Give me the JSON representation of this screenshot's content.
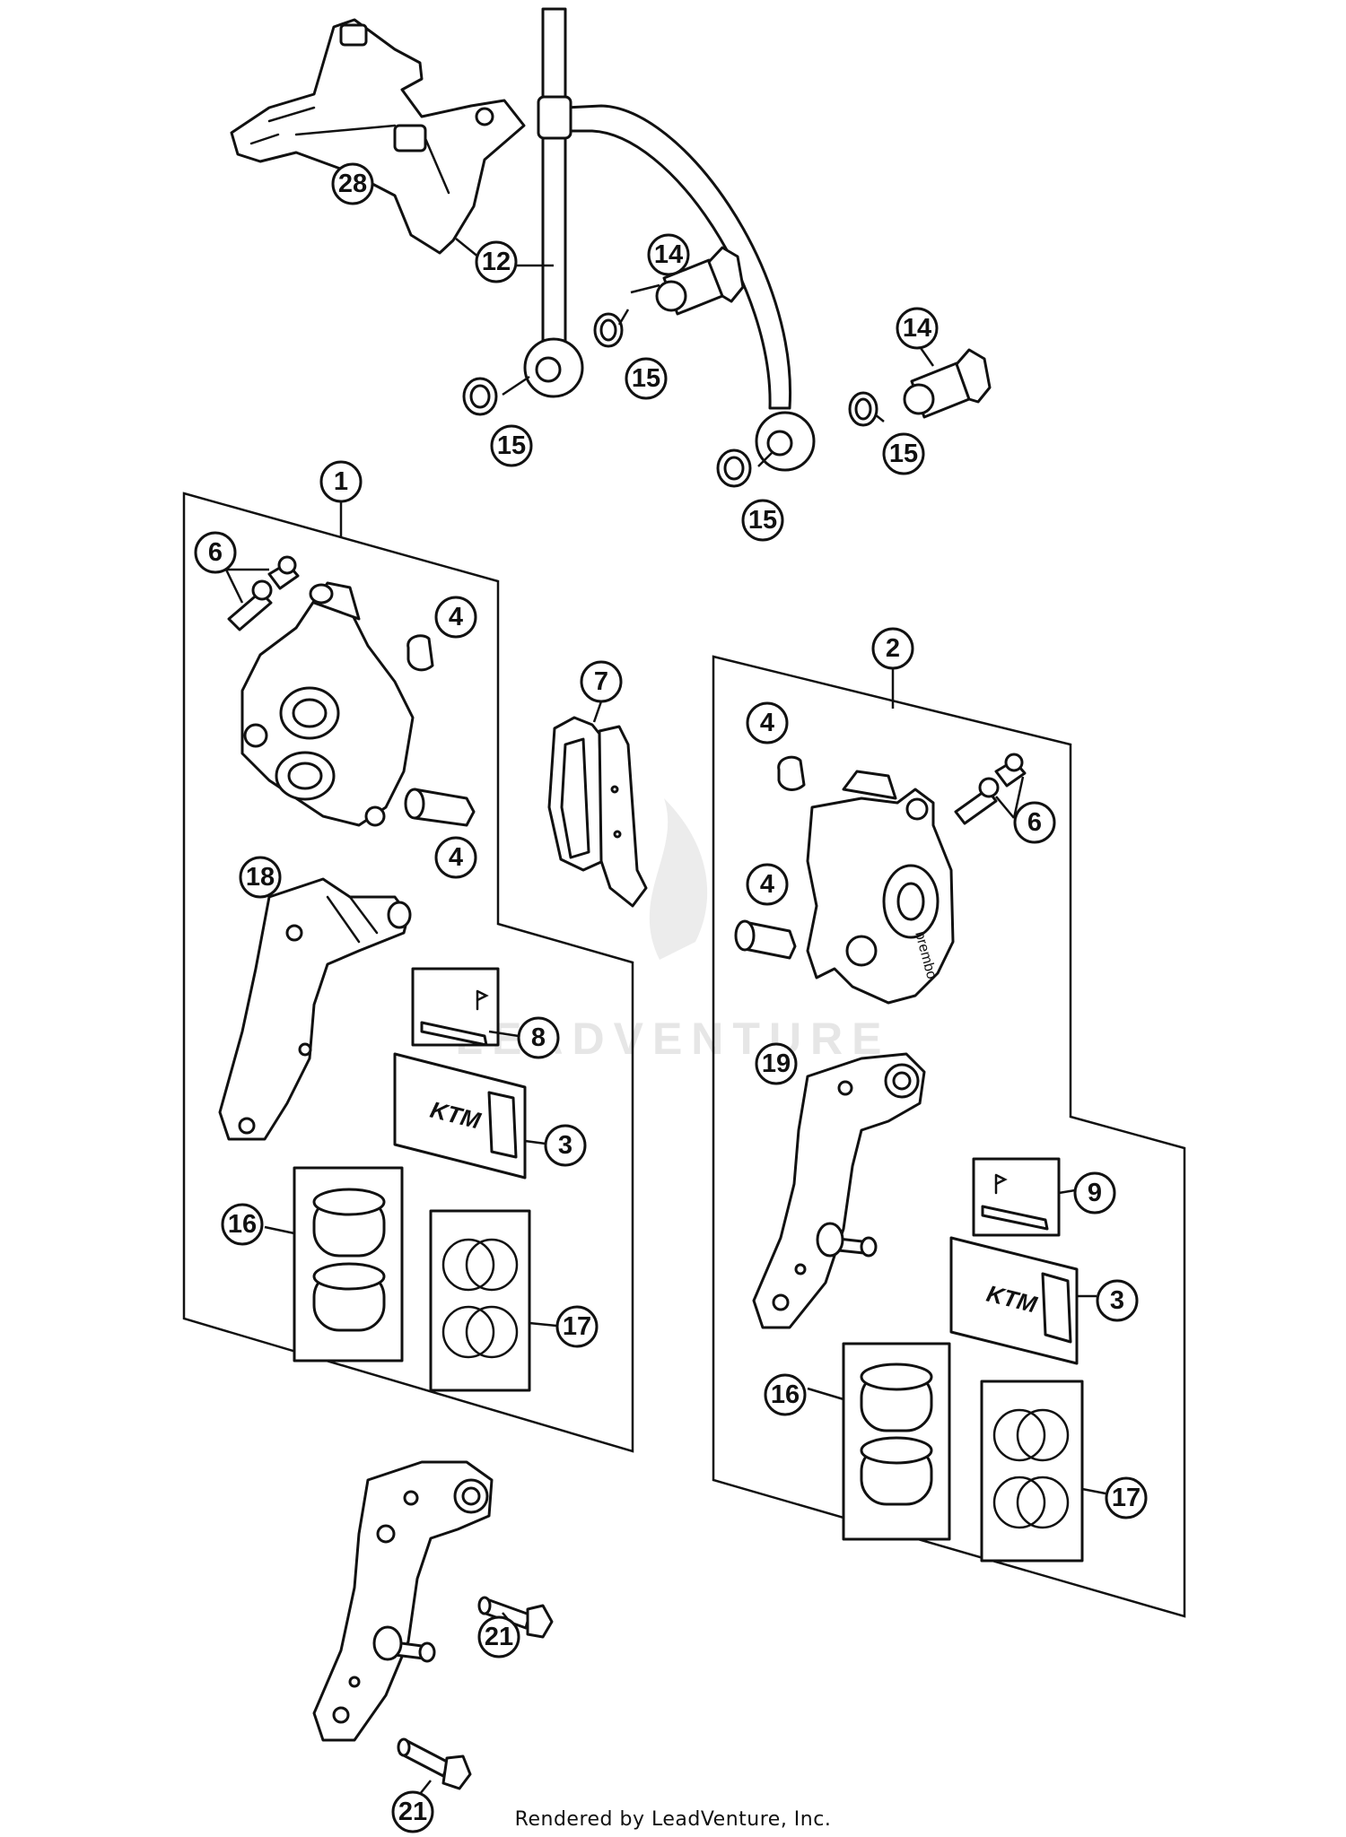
{
  "callouts": [
    "28",
    "12",
    "14",
    "15",
    "15",
    "14",
    "15",
    "15",
    "1",
    "6",
    "4",
    "4",
    "18",
    "8",
    "3",
    "16",
    "17",
    "7",
    "2",
    "4",
    "6",
    "4",
    "19",
    "9",
    "3",
    "16",
    "17",
    "21",
    "21"
  ],
  "watermark": "LEADVENTURE",
  "credit": "Rendered by LeadVenture, Inc."
}
